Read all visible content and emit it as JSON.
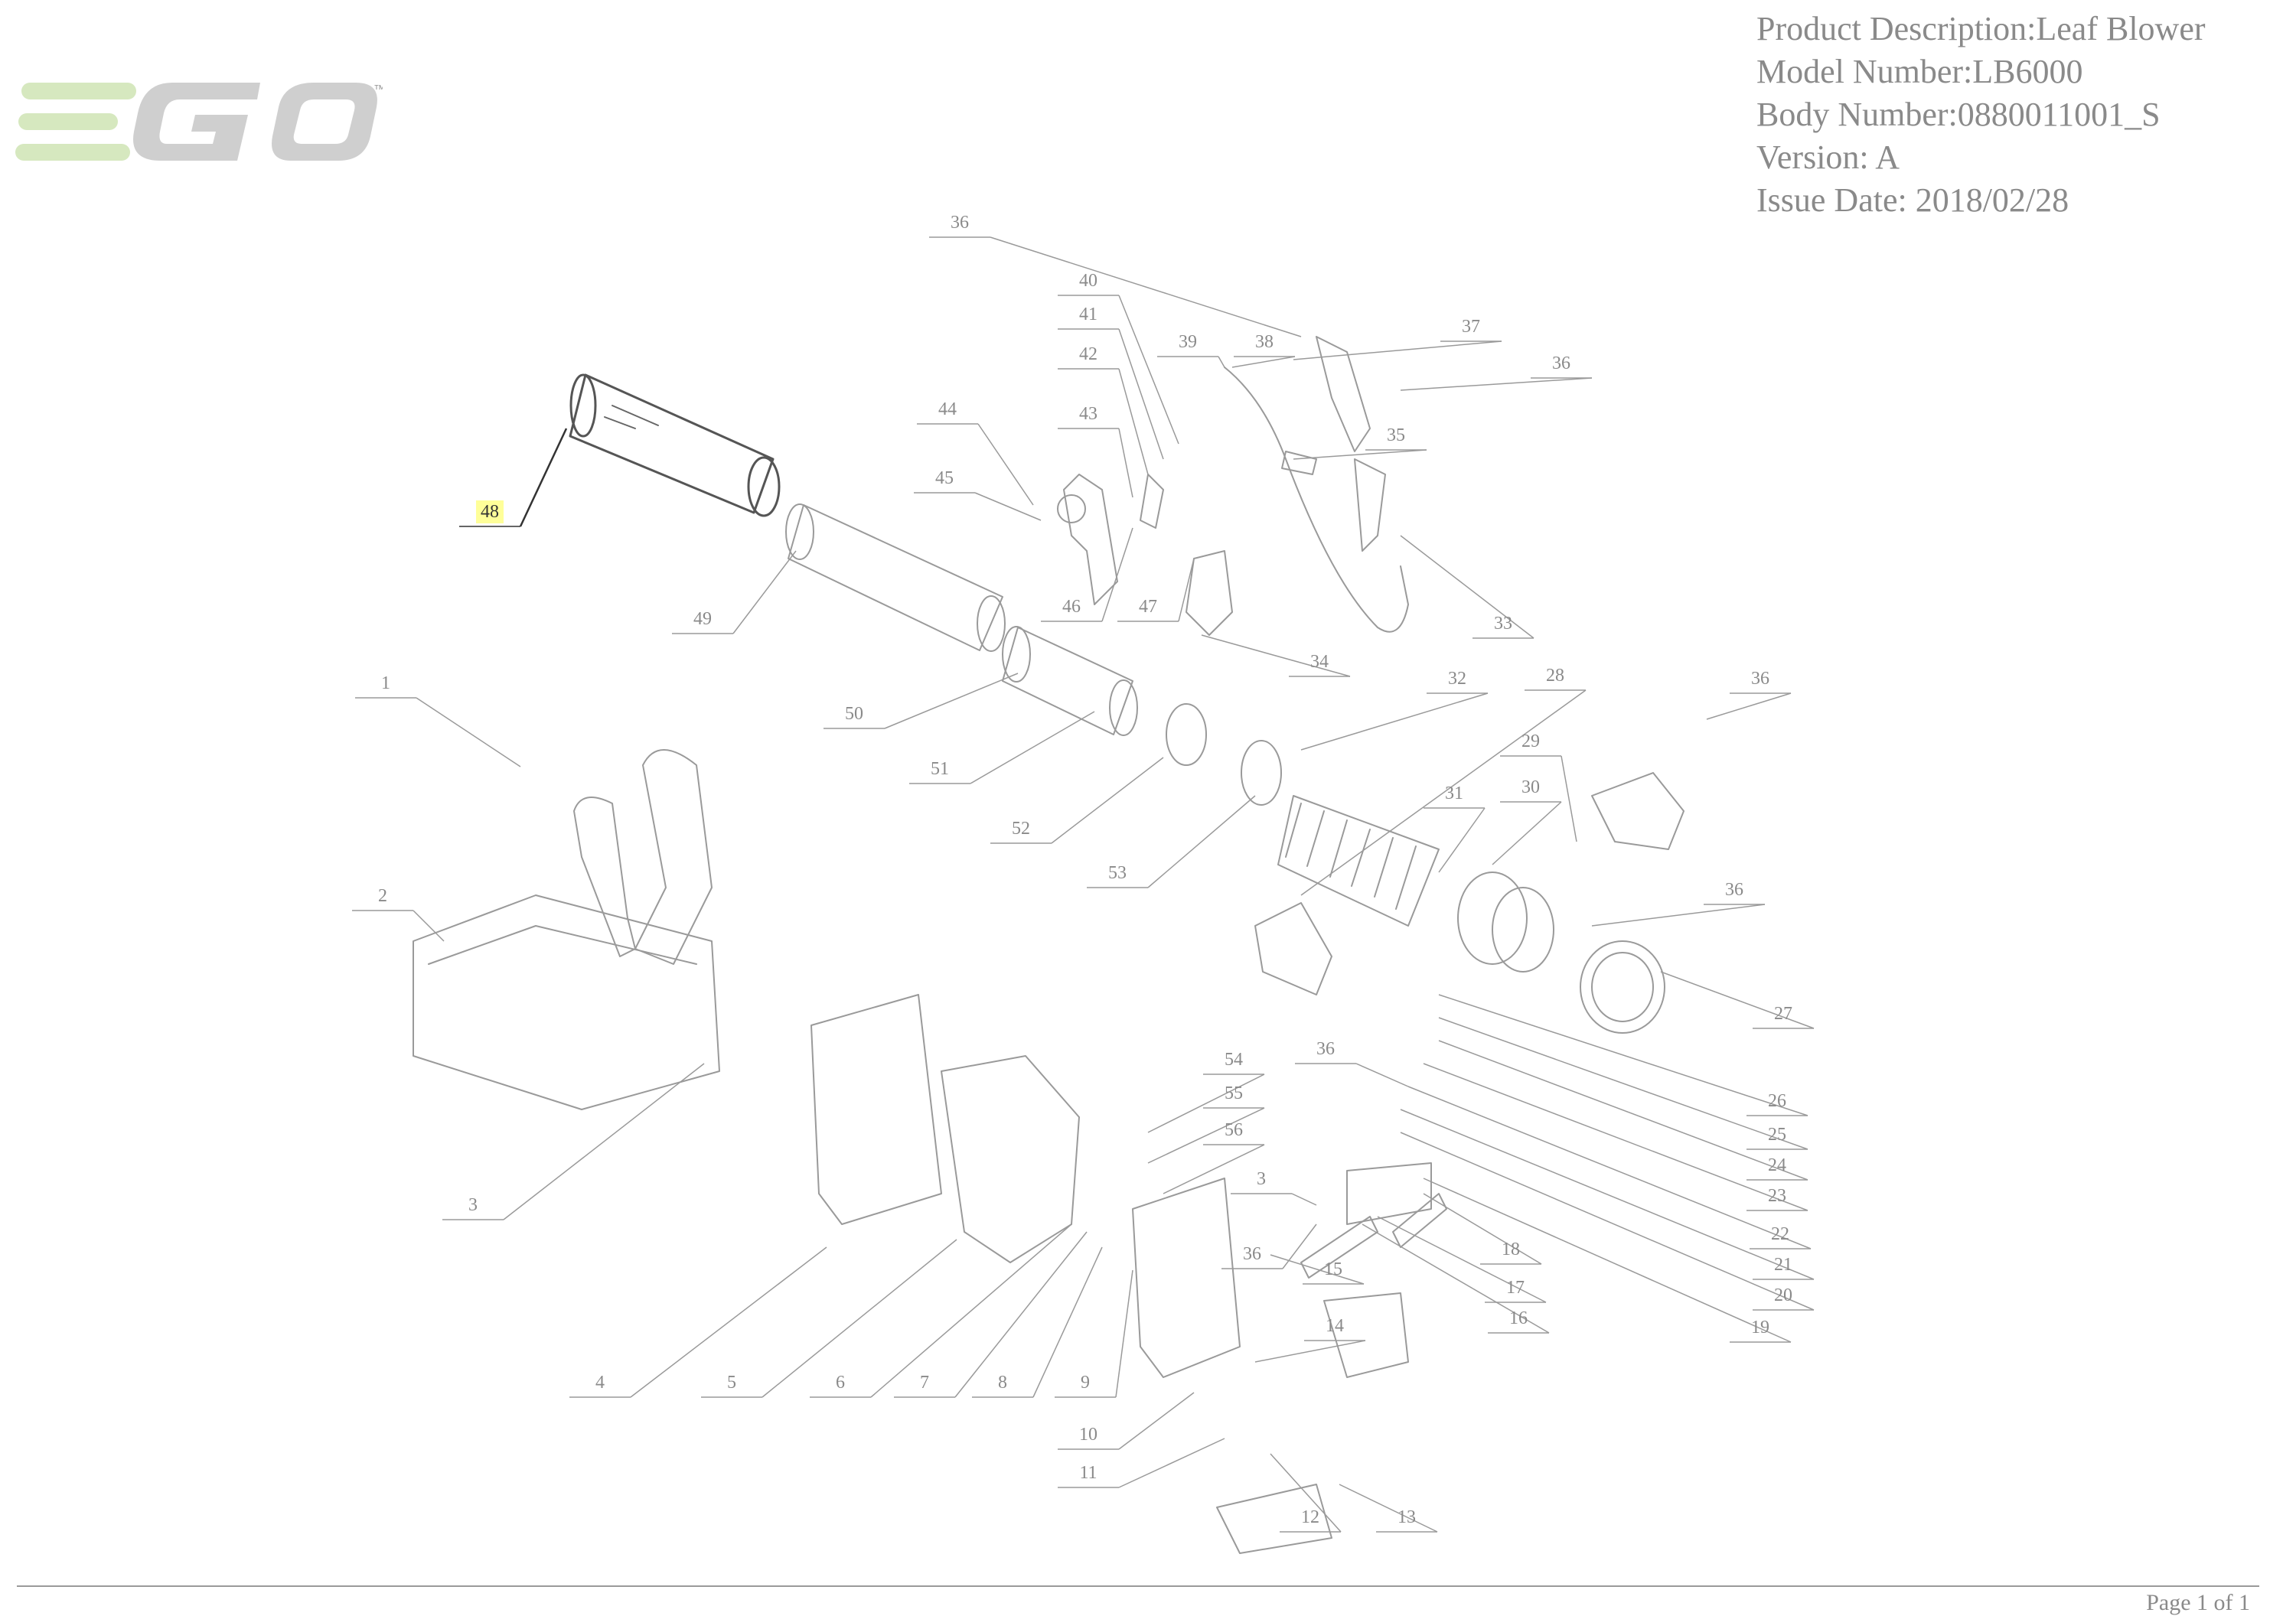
{
  "brand": {
    "name": "EGO",
    "trademark": "™",
    "color_green": "#d6e8bf",
    "color_grey": "#cfcfcf"
  },
  "info": {
    "product_description": "Product Description:Leaf Blower",
    "model_number": "Model Number:LB6000",
    "body_number": "Body Number:0880011001_S",
    "version": "Version: A",
    "issue_date": "Issue Date: 2018/02/28"
  },
  "diagram": {
    "highlight_color": "#ffff99",
    "selected_part": "48",
    "callouts": [
      "1",
      "2",
      "3",
      "3",
      "4",
      "5",
      "6",
      "7",
      "8",
      "9",
      "10",
      "11",
      "12",
      "13",
      "14",
      "15",
      "16",
      "17",
      "18",
      "19",
      "20",
      "21",
      "22",
      "23",
      "24",
      "25",
      "26",
      "27",
      "28",
      "29",
      "30",
      "31",
      "32",
      "33",
      "34",
      "35",
      "36",
      "36",
      "36",
      "36",
      "36",
      "36",
      "37",
      "38",
      "39",
      "40",
      "41",
      "42",
      "43",
      "44",
      "45",
      "46",
      "47",
      "48",
      "49",
      "50",
      "51",
      "52",
      "53",
      "54",
      "55",
      "56"
    ]
  },
  "footer": {
    "page": "Page 1 of 1"
  }
}
